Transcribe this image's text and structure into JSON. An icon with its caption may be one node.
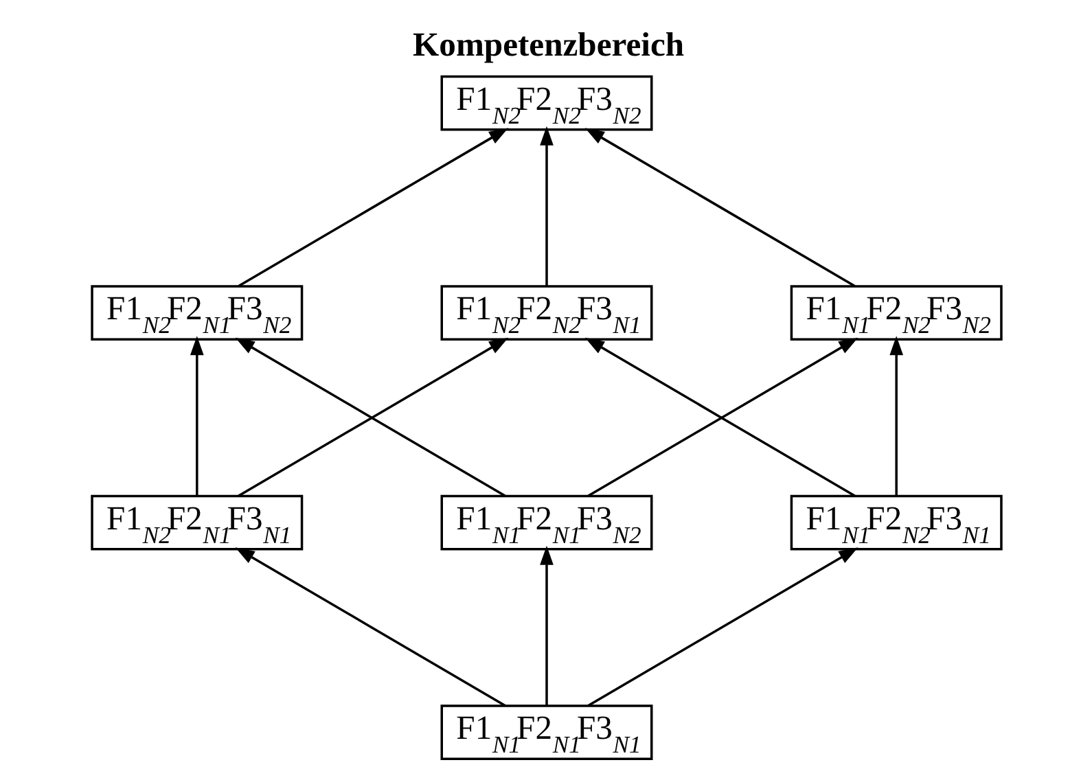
{
  "diagram": {
    "title": "Kompetenzbereich",
    "nodes": [
      {
        "text": [
          "F1$_{N2}$F2$_{N2}$F3$_{N2}$"
        ]
      },
      {
        "text": [
          "F1$_{N2}$F2$_{N1}$F3$_{N2}$"
        ]
      },
      {
        "text": [
          "F1$_{N2}$F2$_{N2}$F3$_{N1}$"
        ]
      },
      {
        "text": [
          "F1$_{N1}$F2$_{N2}$F3$_{N2}$"
        ]
      },
      {
        "text": [
          "F1$_{N2}$F2$_{N1}$F3$_{N1}$"
        ]
      },
      {
        "text": [
          "F1$_{N1}$F2$_{N2}$F3$_{N1}$"
        ]
      },
      {
        "text": [
          "F1$_{N1}$F2$_{N1}$F3$_{N2}$"
        ]
      },
      {
        "text": [
          "F1$_{N1}$F2$_{N1}$F3$_{N1}$"
        ]
      }
    ],
    "edges": [
      {
        "from": 7,
        "to": 4,
        "arrow": "to"
      },
      {
        "from": 7,
        "to": 5,
        "arrow": "to"
      },
      {
        "from": 7,
        "to": 6,
        "arrow": "to"
      },
      {
        "from": 4,
        "to": 1,
        "arrow": "to"
      },
      {
        "from": 4,
        "to": 2,
        "arrow": "to"
      },
      {
        "from": 5,
        "to": 2,
        "arrow": "to"
      },
      {
        "from": 5,
        "to": 3,
        "arrow": "to"
      },
      {
        "from": 6,
        "to": 3,
        "arrow": "to"
      },
      {
        "from": 6,
        "to": 1,
        "arrow": "to"
      },
      {
        "from": 1,
        "to": 0,
        "arrow": "to"
      },
      {
        "from": 2,
        "to": 0,
        "arrow": "to"
      },
      {
        "from": 3,
        "to": 0,
        "arrow": "to"
      }
    ]
  }
}
